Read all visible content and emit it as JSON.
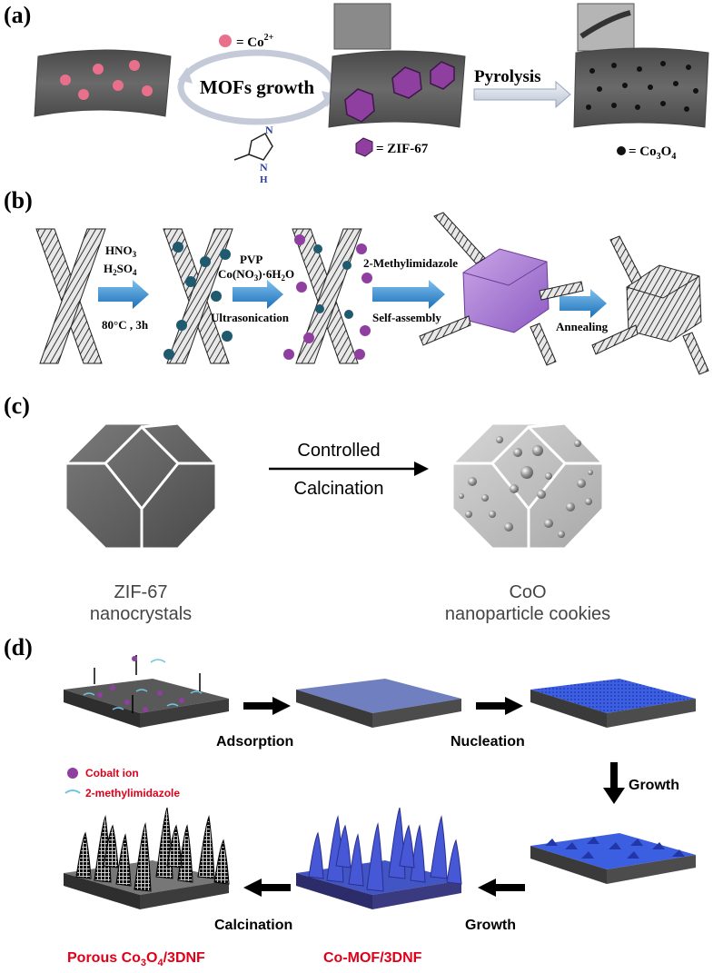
{
  "panels": {
    "a": {
      "label": "(a)",
      "co_legend": "= Co",
      "co_sup": "2+",
      "growth": "MOFs growth",
      "pyrolysis": "Pyrolysis",
      "zif_legend": "= ZIF-67",
      "co3o4_legend": "= Co",
      "co3o4_sub1": "3",
      "co3o4_o": "O",
      "co3o4_sub2": "4",
      "imidazole_n": "N",
      "imidazole_nh": "N",
      "imidazole_h": "H"
    },
    "b": {
      "label": "(b)",
      "step1_line1": "HNO",
      "step1_line1_sub": "3",
      "step1_line2": "H",
      "step1_line2_sub1": "2",
      "step1_line2_mid": "SO",
      "step1_line2_sub2": "4",
      "step1_cond": "80°C , 3h",
      "step2_line1": "PVP",
      "step2_line2": "Co(NO",
      "step2_line2_sub": "3",
      "step2_line2_end": ")·6H",
      "step2_line2_sub2": "2",
      "step2_line2_o": "O",
      "step2_cond": "Ultrasonication",
      "step3_line1": "2-Methylimidazole",
      "step3_line2": "Self-assembly",
      "step4": "Annealing"
    },
    "c": {
      "label": "(c)",
      "arrow_top": "Controlled",
      "arrow_bottom": "Calcination",
      "left_line1": "ZIF-67",
      "left_line2": "nanocrystals",
      "right_line1": "CoO",
      "right_line2": "nanoparticle cookies"
    },
    "d": {
      "label": "(d)",
      "adsorption": "Adsorption",
      "nucleation": "Nucleation",
      "growth1": "Growth",
      "growth2": "Growth",
      "calcination": "Calcination",
      "legend_cobalt": "Cobalt ion",
      "legend_mim": "2-methylimidazole",
      "porous": "Porous Co",
      "porous_sub1": "3",
      "porous_o": "O",
      "porous_sub2": "4",
      "porous_end": "/3DNF",
      "comof": "Co-MOF/3DNF"
    }
  },
  "colors": {
    "pink": "#e8708a",
    "purple": "#8e3f9f",
    "sheet": "#5b5b5b",
    "arrow_blue": "#3a8fd0",
    "teal_ball": "#1f5a6e",
    "red_text": "#e0001a",
    "slab_blue": "#6f7fbf",
    "slab_bright": "#3a5ad8"
  }
}
